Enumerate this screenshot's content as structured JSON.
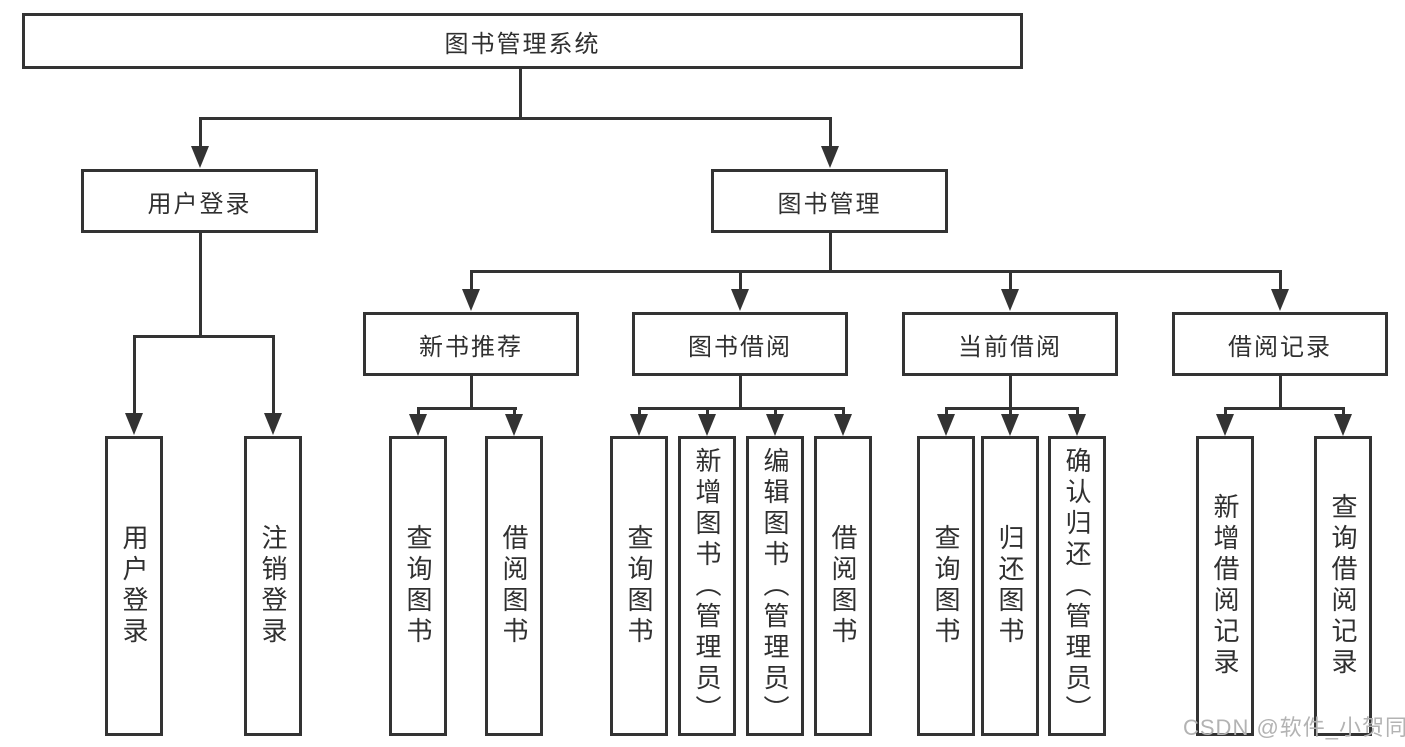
{
  "diagram": {
    "type": "hierarchy-tree",
    "background": "#ffffff",
    "line_color": "#333333",
    "text_color": "#303030",
    "nodes": {
      "root": {
        "label": "图书管理系统"
      },
      "user_login": {
        "label": "用户登录",
        "parent": "图书管理系统"
      },
      "book_management": {
        "label": "图书管理",
        "parent": "图书管理系统"
      },
      "new_book_recommend": {
        "label": "新书推荐",
        "parent": "图书管理"
      },
      "book_borrow": {
        "label": "图书借阅",
        "parent": "图书管理"
      },
      "current_borrow": {
        "label": "当前借阅",
        "parent": "图书管理"
      },
      "borrow_records": {
        "label": "借阅记录",
        "parent": "图书管理"
      },
      "login": {
        "label": "用户登录",
        "parent": "用户登录"
      },
      "logout": {
        "label": "注销登录",
        "parent": "用户登录"
      },
      "recommend_query_books": {
        "label": "查询图书",
        "parent": "新书推荐"
      },
      "recommend_borrow_books": {
        "label": "借阅图书",
        "parent": "新书推荐"
      },
      "borrow_query_books": {
        "label": "查询图书",
        "parent": "图书借阅"
      },
      "borrow_add_books": {
        "label": "新增图书（管理员）",
        "parent": "图书借阅"
      },
      "borrow_edit_books": {
        "label": "编辑图书（管理员）",
        "parent": "图书借阅"
      },
      "borrow_borrow_books": {
        "label": "借阅图书",
        "parent": "图书借阅"
      },
      "current_query_books": {
        "label": "查询图书",
        "parent": "当前借阅"
      },
      "current_return_books": {
        "label": "归还图书",
        "parent": "当前借阅"
      },
      "current_confirm_return": {
        "label": "确认归还（管理员）",
        "parent": "当前借阅"
      },
      "records_add_record": {
        "label": "新增借阅记录",
        "parent": "借阅记录"
      },
      "records_query_record": {
        "label": "查询借阅记录",
        "parent": "借阅记录"
      }
    },
    "watermark": {
      "text": "CSDN @软件_小贺同学",
      "color": "#b3b3b3"
    }
  }
}
